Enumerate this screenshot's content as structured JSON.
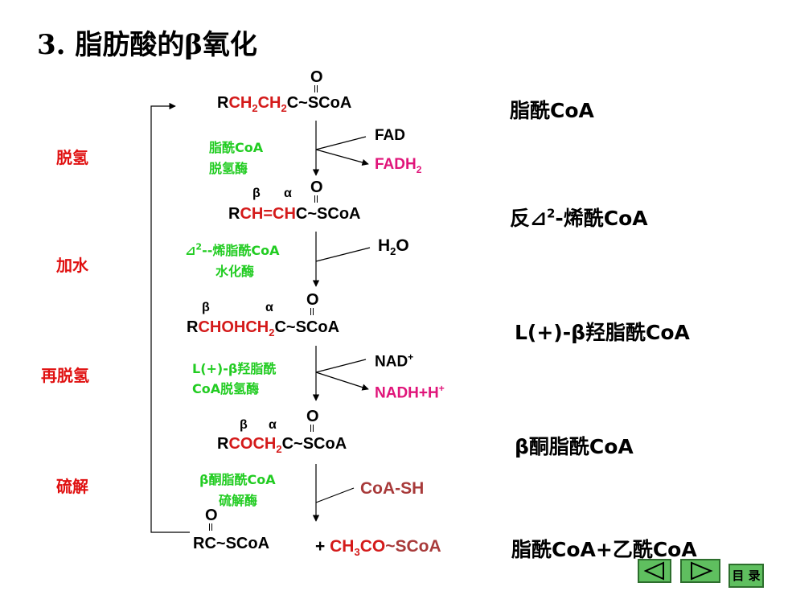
{
  "title": "3. 脂肪酸的β氧化",
  "steps": [
    "脱氢",
    "加水",
    "再脱氢",
    "硫解"
  ],
  "oxygen": "O",
  "alpha": "α",
  "beta": "β",
  "compounds": {
    "c1": {
      "a": "R",
      "b": "CH",
      "c": "2",
      "d": "CH",
      "e": "2",
      "f": "C",
      "g": "~SCoA"
    },
    "c2": {
      "a": "R",
      "b": "CH=CH",
      "c": "C~SCoA"
    },
    "c3": {
      "a": "R",
      "b": "CHOHCH",
      "c": "2",
      "d": "C~SCoA"
    },
    "c4": {
      "a": "R",
      "b": "COCH",
      "c": "2",
      "d": "C~SCoA"
    },
    "c5": {
      "a": "RC~SCoA",
      "b": "+ ",
      "c": "CH",
      "d": "3",
      "e": "CO",
      "f": "~SCoA"
    }
  },
  "names": {
    "n1": "脂酰CoA",
    "n2a": "反⊿",
    "n2b": "2",
    "n2c": "-烯酰CoA",
    "n3": "L(+)-β羟脂酰CoA",
    "n4": "β酮脂酰CoA",
    "n5": "脂酰CoA+乙酰CoA"
  },
  "enzymes": {
    "e1a": "脂酰CoA",
    "e1b": "脱氢酶",
    "e2a1": "⊿",
    "e2a2": "2",
    "e2a3": "--烯脂酰CoA",
    "e2b": "水化酶",
    "e3a": "L(+)-β羟脂酰",
    "e3b": "CoA脱氢酶",
    "e4a": "β酮脂酰CoA",
    "e4b": "硫解酶"
  },
  "cofactors": {
    "fad": "FAD",
    "fadh": "FADH",
    "fadh_sub": "2",
    "h2o_a": "H",
    "h2o_b": "2",
    "h2o_c": "O",
    "nad": "NAD",
    "nad_sup": "+",
    "nadh": "NADH+H",
    "nadh_sup": "+",
    "coash": "CoA-SH"
  },
  "nav": {
    "prev_label": "previous",
    "next_label": "next",
    "menu_label": "目 录"
  },
  "colors": {
    "red": "#d41a1a",
    "green": "#22cc22",
    "magenta": "#e0157a",
    "brown": "#a83a3a",
    "nav_green": "#5fbf5f"
  }
}
